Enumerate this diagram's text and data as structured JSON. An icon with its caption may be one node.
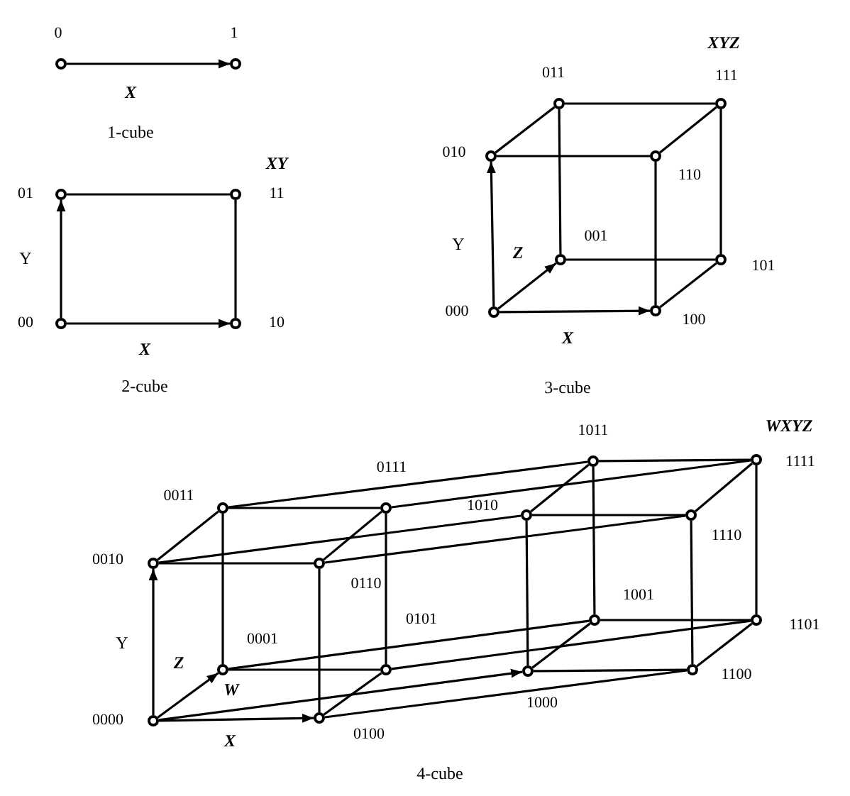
{
  "diagram": {
    "nodes": [
      {
        "text": [],
        "shape": "circle",
        "beside": [
          "0"
        ]
      },
      {
        "text": [],
        "shape": "circle",
        "beside": [
          "1"
        ]
      },
      {
        "text": [],
        "shape": "circle",
        "beside": [
          "01"
        ]
      },
      {
        "text": [],
        "shape": "circle",
        "beside": [
          "11"
        ]
      },
      {
        "text": [],
        "shape": "circle",
        "beside": [
          "00"
        ]
      },
      {
        "text": [],
        "shape": "circle",
        "beside": [
          "10"
        ]
      },
      {
        "text": [],
        "shape": "circle",
        "beside": [
          "011"
        ]
      },
      {
        "text": [],
        "shape": "circle",
        "beside": [
          "111"
        ]
      },
      {
        "text": [],
        "shape": "circle",
        "beside": [
          "010"
        ]
      },
      {
        "text": [],
        "shape": "circle",
        "beside": [
          "110"
        ]
      },
      {
        "text": [],
        "shape": "circle",
        "beside": [
          "001"
        ]
      },
      {
        "text": [],
        "shape": "circle",
        "beside": [
          "101"
        ]
      },
      {
        "text": [],
        "shape": "circle",
        "beside": [
          "000"
        ]
      },
      {
        "text": [],
        "shape": "circle",
        "beside": [
          "100"
        ]
      },
      {
        "text": [],
        "shape": "circle",
        "beside": [
          "1011"
        ]
      },
      {
        "text": [],
        "shape": "circle",
        "beside": [
          "1111"
        ]
      },
      {
        "text": [],
        "shape": "circle",
        "beside": [
          "0011"
        ]
      },
      {
        "text": [],
        "shape": "circle",
        "beside": [
          "0111"
        ]
      },
      {
        "text": [],
        "shape": "circle",
        "beside": [
          "1010"
        ]
      },
      {
        "text": [],
        "shape": "circle",
        "beside": [
          "1110"
        ]
      },
      {
        "text": [],
        "shape": "circle",
        "beside": [
          "0010"
        ]
      },
      {
        "text": [],
        "shape": "circle",
        "beside": [
          "0110"
        ]
      },
      {
        "text": [],
        "shape": "circle",
        "beside": [
          "1001"
        ]
      },
      {
        "text": [],
        "shape": "circle",
        "beside": [
          "1101"
        ]
      },
      {
        "text": [],
        "shape": "circle",
        "beside": [
          "0001"
        ]
      },
      {
        "text": [],
        "shape": "circle",
        "beside": [
          "0101"
        ]
      },
      {
        "text": [],
        "shape": "circle",
        "beside": [
          "1100"
        ]
      },
      {
        "text": [],
        "shape": "circle",
        "beside": [
          "1000"
        ]
      },
      {
        "text": [],
        "shape": "circle",
        "beside": [
          "0100"
        ]
      },
      {
        "text": [],
        "shape": "circle",
        "beside": [
          "0000"
        ]
      }
    ],
    "edges": [
      {
        "from": 0,
        "to": 1,
        "arrow": "to"
      },
      {
        "from": 4,
        "to": 5,
        "arrow": "to"
      },
      {
        "from": 2,
        "to": 3,
        "arrow": "none"
      },
      {
        "from": 4,
        "to": 2,
        "arrow": "to"
      },
      {
        "from": 5,
        "to": 3,
        "arrow": "none"
      },
      {
        "from": 12,
        "to": 13,
        "arrow": "to"
      },
      {
        "from": 10,
        "to": 11,
        "arrow": "none"
      },
      {
        "from": 8,
        "to": 9,
        "arrow": "none"
      },
      {
        "from": 6,
        "to": 7,
        "arrow": "none"
      },
      {
        "from": 12,
        "to": 8,
        "arrow": "to"
      },
      {
        "from": 10,
        "to": 6,
        "arrow": "none"
      },
      {
        "from": 13,
        "to": 9,
        "arrow": "none"
      },
      {
        "from": 11,
        "to": 7,
        "arrow": "none"
      },
      {
        "from": 12,
        "to": 10,
        "arrow": "to"
      },
      {
        "from": 8,
        "to": 6,
        "arrow": "none"
      },
      {
        "from": 13,
        "to": 11,
        "arrow": "none"
      },
      {
        "from": 9,
        "to": 7,
        "arrow": "none"
      },
      {
        "from": 29,
        "to": 28,
        "arrow": "to"
      },
      {
        "from": 24,
        "to": 25,
        "arrow": "none"
      },
      {
        "from": 20,
        "to": 21,
        "arrow": "none"
      },
      {
        "from": 16,
        "to": 17,
        "arrow": "none"
      },
      {
        "from": 27,
        "to": 26,
        "arrow": "none"
      },
      {
        "from": 22,
        "to": 23,
        "arrow": "none"
      },
      {
        "from": 18,
        "to": 19,
        "arrow": "none"
      },
      {
        "from": 14,
        "to": 15,
        "arrow": "none"
      },
      {
        "from": 29,
        "to": 20,
        "arrow": "to"
      },
      {
        "from": 24,
        "to": 16,
        "arrow": "none"
      },
      {
        "from": 28,
        "to": 21,
        "arrow": "none"
      },
      {
        "from": 25,
        "to": 17,
        "arrow": "none"
      },
      {
        "from": 27,
        "to": 18,
        "arrow": "none"
      },
      {
        "from": 22,
        "to": 14,
        "arrow": "none"
      },
      {
        "from": 26,
        "to": 19,
        "arrow": "none"
      },
      {
        "from": 23,
        "to": 15,
        "arrow": "none"
      },
      {
        "from": 29,
        "to": 24,
        "arrow": "to"
      },
      {
        "from": 20,
        "to": 16,
        "arrow": "none"
      },
      {
        "from": 28,
        "to": 25,
        "arrow": "none"
      },
      {
        "from": 21,
        "to": 17,
        "arrow": "none"
      },
      {
        "from": 27,
        "to": 22,
        "arrow": "none"
      },
      {
        "from": 18,
        "to": 14,
        "arrow": "none"
      },
      {
        "from": 26,
        "to": 23,
        "arrow": "none"
      },
      {
        "from": 19,
        "to": 15,
        "arrow": "none"
      },
      {
        "from": 29,
        "to": 27,
        "arrow": "to"
      },
      {
        "from": 24,
        "to": 22,
        "arrow": "none"
      },
      {
        "from": 20,
        "to": 18,
        "arrow": "none"
      },
      {
        "from": 16,
        "to": 14,
        "arrow": "none"
      },
      {
        "from": 28,
        "to": 26,
        "arrow": "none"
      },
      {
        "from": 25,
        "to": 23,
        "arrow": "none"
      },
      {
        "from": 21,
        "to": 19,
        "arrow": "none"
      },
      {
        "from": 17,
        "to": 15,
        "arrow": "none"
      }
    ],
    "labels": [
      "X",
      "1-cube",
      "XY",
      "Y",
      "X",
      "2-cube",
      "XYZ",
      "Y",
      "Z",
      "X",
      "3-cube",
      "WXYZ",
      "Y",
      "Z",
      "W",
      "X",
      "4-cube"
    ]
  }
}
